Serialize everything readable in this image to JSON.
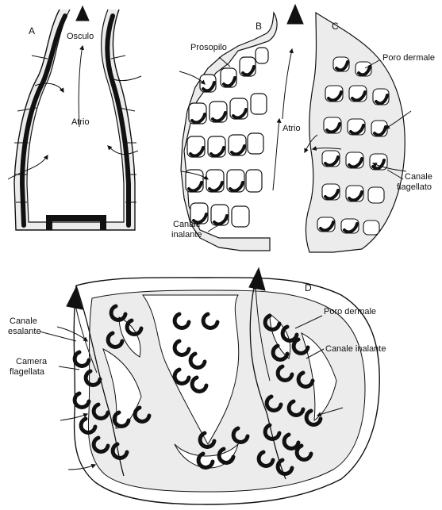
{
  "panels": {
    "a": {
      "letter": "A",
      "osculo": "Osculo",
      "atrio": "Atrio"
    },
    "b": {
      "letter": "B",
      "prosopilo": "Prosopilo",
      "atrio": "Atrio",
      "canale_inalante_1": "Canale",
      "canale_inalante_2": "inalante"
    },
    "c": {
      "letter": "C",
      "poro_dermale": "Poro dermale",
      "canale_flagellato_1": "Canale",
      "canale_flagellato_2": "flagellato"
    },
    "d": {
      "letter": "D",
      "canale_esalante_1": "Canale",
      "canale_esalante_2": "esalante",
      "camera_flagellata_1": "Camera",
      "camera_flagellata_2": "flagellata",
      "poro_dermale": "Poro dermale",
      "canale_inalante": "Canale inalante"
    }
  },
  "colors": {
    "ink": "#111111",
    "fill": "#ececec",
    "background": "#ffffff"
  }
}
